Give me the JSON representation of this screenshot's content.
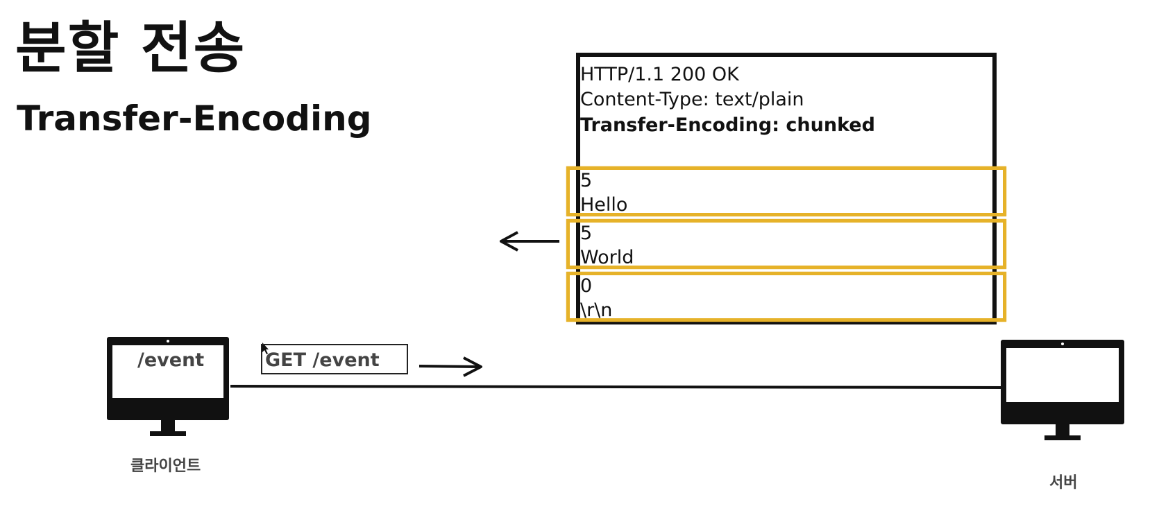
{
  "title": {
    "korean": "분할 전송",
    "english": "Transfer-Encoding"
  },
  "response": {
    "status_line": "HTTP/1.1 200 OK",
    "content_type": "Content-Type: text/plain",
    "transfer_encoding": "Transfer-Encoding: chunked",
    "chunks": [
      {
        "size": "5",
        "data": "Hello"
      },
      {
        "size": "5",
        "data": "World"
      },
      {
        "size": "0",
        "data": "\\r\\n"
      }
    ]
  },
  "request": {
    "label": "GET /event"
  },
  "client": {
    "screen_text": "/event",
    "caption": "클라이언트"
  },
  "server": {
    "caption": "서버"
  },
  "colors": {
    "chunk_border": "#e6b229",
    "ink": "#111111",
    "label_gray": "#444444"
  }
}
